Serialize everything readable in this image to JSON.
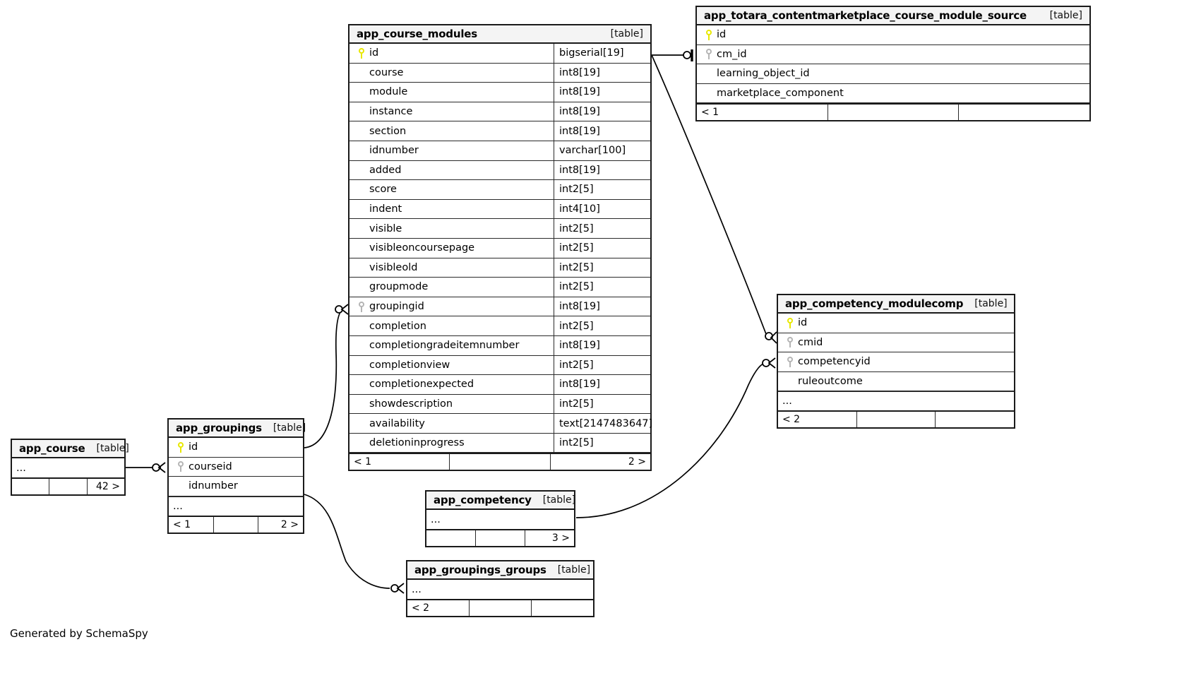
{
  "diagram": {
    "footer_text": "Generated by SchemaSpy",
    "table_tag": "[table]",
    "ellipsis": "...",
    "colors": {
      "primary_key": "#e8e800",
      "foreign_key": "#b5b5b5",
      "border": "#1a1a1a",
      "title_bg": "#f4f4f4",
      "background": "#ffffff"
    }
  },
  "tables": {
    "course_modules": {
      "name": "app_course_modules",
      "tag": "[table]",
      "columns": [
        {
          "key": "pk",
          "name": "id",
          "type": "bigserial[19]"
        },
        {
          "key": "",
          "name": "course",
          "type": "int8[19]"
        },
        {
          "key": "",
          "name": "module",
          "type": "int8[19]"
        },
        {
          "key": "",
          "name": "instance",
          "type": "int8[19]"
        },
        {
          "key": "",
          "name": "section",
          "type": "int8[19]"
        },
        {
          "key": "",
          "name": "idnumber",
          "type": "varchar[100]"
        },
        {
          "key": "",
          "name": "added",
          "type": "int8[19]"
        },
        {
          "key": "",
          "name": "score",
          "type": "int2[5]"
        },
        {
          "key": "",
          "name": "indent",
          "type": "int4[10]"
        },
        {
          "key": "",
          "name": "visible",
          "type": "int2[5]"
        },
        {
          "key": "",
          "name": "visibleoncoursepage",
          "type": "int2[5]"
        },
        {
          "key": "",
          "name": "visibleold",
          "type": "int2[5]"
        },
        {
          "key": "",
          "name": "groupmode",
          "type": "int2[5]"
        },
        {
          "key": "fk",
          "name": "groupingid",
          "type": "int8[19]"
        },
        {
          "key": "",
          "name": "completion",
          "type": "int2[5]"
        },
        {
          "key": "",
          "name": "completiongradeitemnumber",
          "type": "int8[19]"
        },
        {
          "key": "",
          "name": "completionview",
          "type": "int2[5]"
        },
        {
          "key": "",
          "name": "completionexpected",
          "type": "int8[19]"
        },
        {
          "key": "",
          "name": "showdescription",
          "type": "int2[5]"
        },
        {
          "key": "",
          "name": "availability",
          "type": "text[2147483647]"
        },
        {
          "key": "",
          "name": "deletioninprogress",
          "type": "int2[5]"
        }
      ],
      "footer": [
        "< 1",
        "",
        "2 >"
      ]
    },
    "cms_source": {
      "name": "app_totara_contentmarketplace_course_module_source",
      "tag": "[table]",
      "columns": [
        {
          "key": "pk",
          "name": "id",
          "type": ""
        },
        {
          "key": "fk",
          "name": "cm_id",
          "type": ""
        },
        {
          "key": "",
          "name": "learning_object_id",
          "type": ""
        },
        {
          "key": "",
          "name": "marketplace_component",
          "type": ""
        }
      ],
      "footer": [
        "< 1",
        "",
        ""
      ]
    },
    "modulecomp": {
      "name": "app_competency_modulecomp",
      "tag": "[table]",
      "columns": [
        {
          "key": "pk",
          "name": "id",
          "type": ""
        },
        {
          "key": "fk",
          "name": "cmid",
          "type": ""
        },
        {
          "key": "fk",
          "name": "competencyid",
          "type": ""
        },
        {
          "key": "",
          "name": "ruleoutcome",
          "type": ""
        }
      ],
      "more": "...",
      "footer": [
        "< 2",
        "",
        ""
      ]
    },
    "groupings": {
      "name": "app_groupings",
      "tag": "[table]",
      "columns": [
        {
          "key": "pk",
          "name": "id",
          "type": ""
        },
        {
          "key": "fk",
          "name": "courseid",
          "type": ""
        },
        {
          "key": "",
          "name": "idnumber",
          "type": ""
        }
      ],
      "more": "...",
      "footer": [
        "< 1",
        "",
        "2 >"
      ]
    },
    "course": {
      "name": "app_course",
      "tag": "[table]",
      "more": "...",
      "footer": [
        "",
        "",
        "42 >"
      ]
    },
    "competency": {
      "name": "app_competency",
      "tag": "[table]",
      "more": "...",
      "footer": [
        "",
        "",
        "3 >"
      ]
    },
    "groupings_groups": {
      "name": "app_groupings_groups",
      "tag": "[table]",
      "more": "...",
      "footer": [
        "< 2",
        "",
        ""
      ]
    }
  },
  "relationships": [
    {
      "from": "app_course_modules.id",
      "to": "app_totara_contentmarketplace_course_module_source.cm_id"
    },
    {
      "from": "app_course_modules.id",
      "to": "app_competency_modulecomp.cmid"
    },
    {
      "from": "app_groupings.id",
      "to": "app_course_modules.groupingid"
    },
    {
      "from": "app_course.id",
      "to": "app_groupings.courseid"
    },
    {
      "from": "app_competency.id",
      "to": "app_competency_modulecomp.competencyid"
    },
    {
      "from": "app_groupings.id",
      "to": "app_groupings_groups"
    }
  ]
}
